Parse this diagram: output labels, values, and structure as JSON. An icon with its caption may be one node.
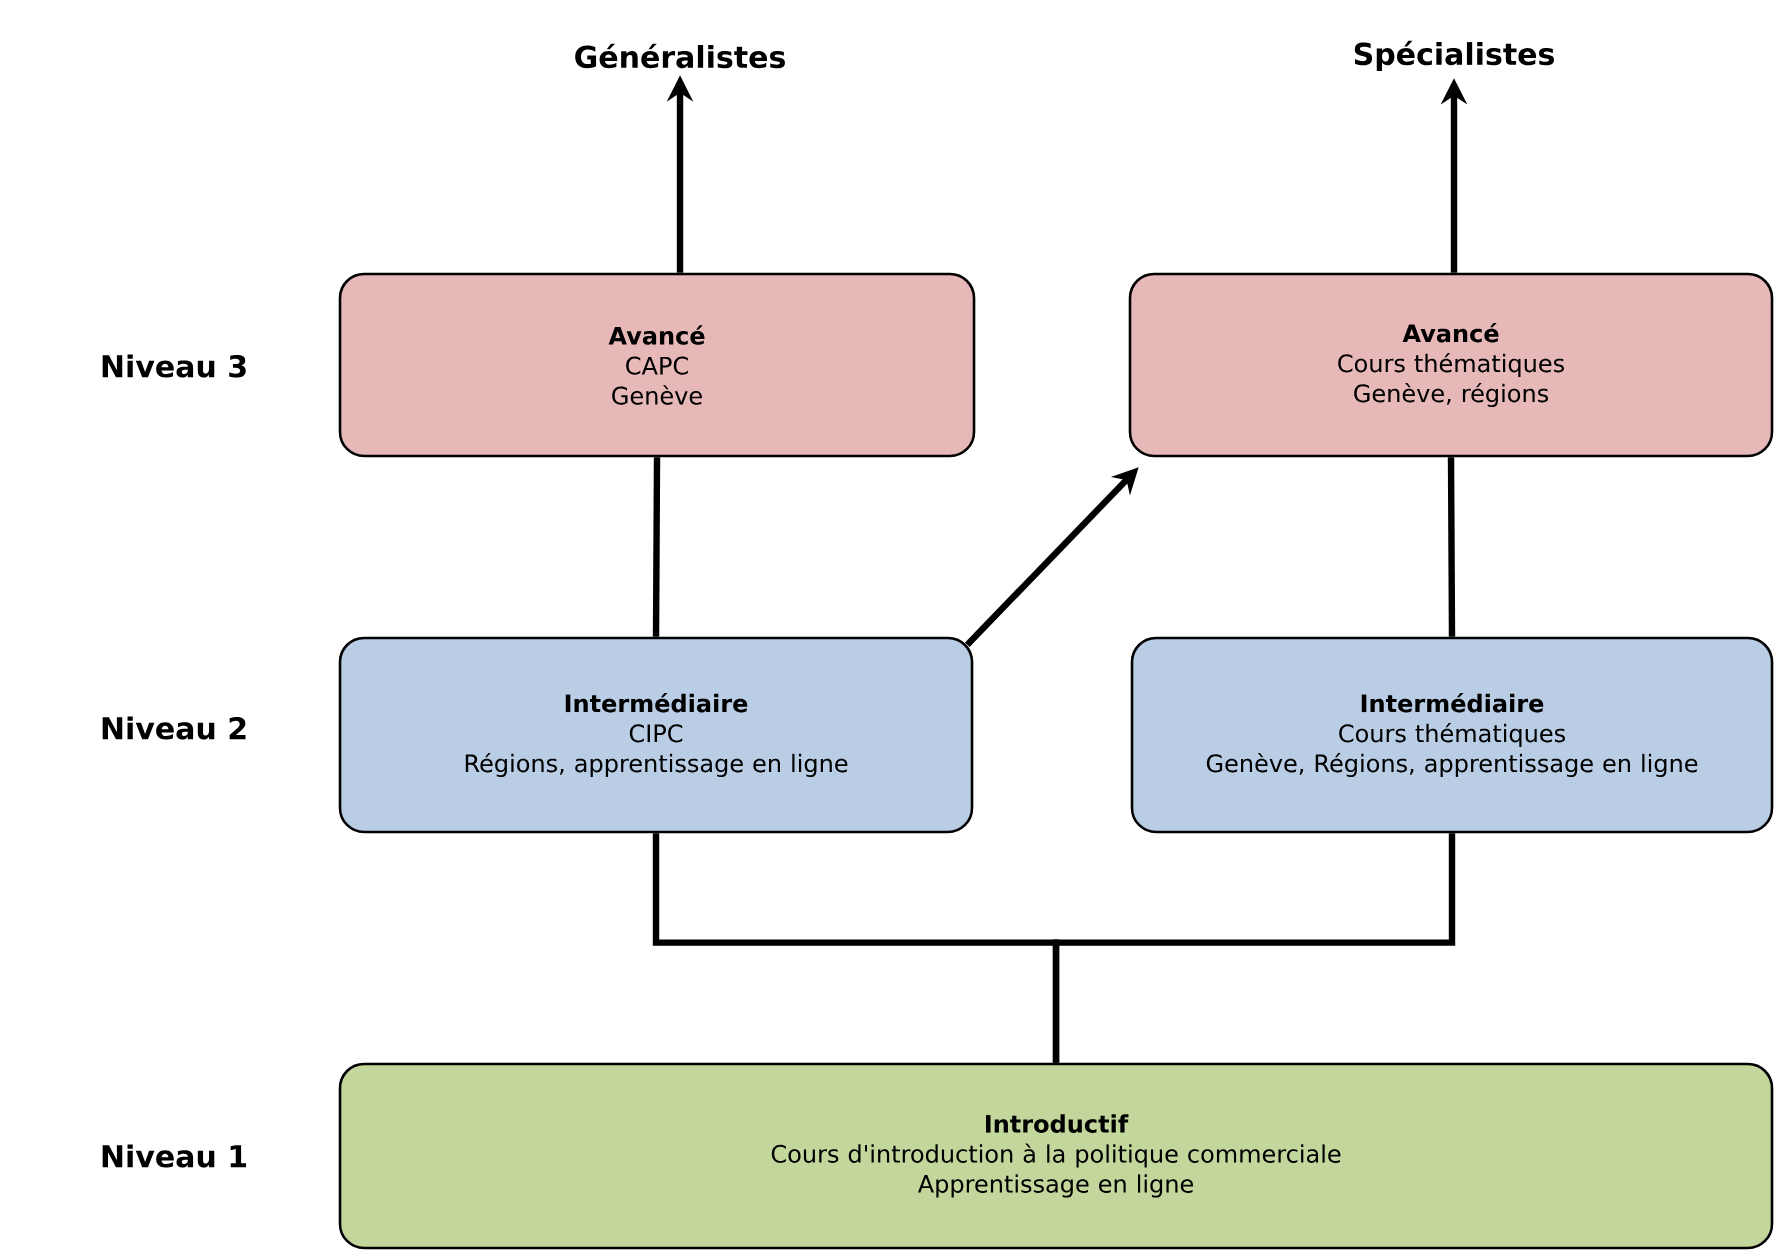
{
  "diagram": {
    "nodes": [
      {
        "text": [
          "Généralistes"
        ]
      },
      {
        "text": [
          "Spécialistes"
        ]
      },
      {
        "text": [
          "Avancé",
          "CAPC",
          "Genève"
        ]
      },
      {
        "text": [
          "Avancé",
          "Cours thématiques",
          "Genève, régions"
        ]
      },
      {
        "text": [
          "Intermédiaire",
          "CIPC",
          "Régions, apprentissage en ligne"
        ]
      },
      {
        "text": [
          "Intermédiaire",
          "Cours thématiques",
          "Genève, Régions, apprentissage en ligne"
        ]
      },
      {
        "text": [
          "Introductif",
          "Cours d'introduction à la politique commerciale",
          "Apprentissage en ligne"
        ]
      }
    ],
    "edges": [
      {
        "from": 2,
        "to": 0,
        "arrow": "to"
      },
      {
        "from": 3,
        "to": 1,
        "arrow": "to"
      },
      {
        "from": 4,
        "to": 2,
        "arrow": "none"
      },
      {
        "from": 4,
        "to": 3,
        "arrow": "to"
      },
      {
        "from": 5,
        "to": 3,
        "arrow": "none"
      },
      {
        "from": 6,
        "to": 4,
        "arrow": "none"
      },
      {
        "from": 6,
        "to": 5,
        "arrow": "none"
      }
    ],
    "labels": [
      "Niveau 3",
      "Niveau 2",
      "Niveau 1"
    ]
  }
}
